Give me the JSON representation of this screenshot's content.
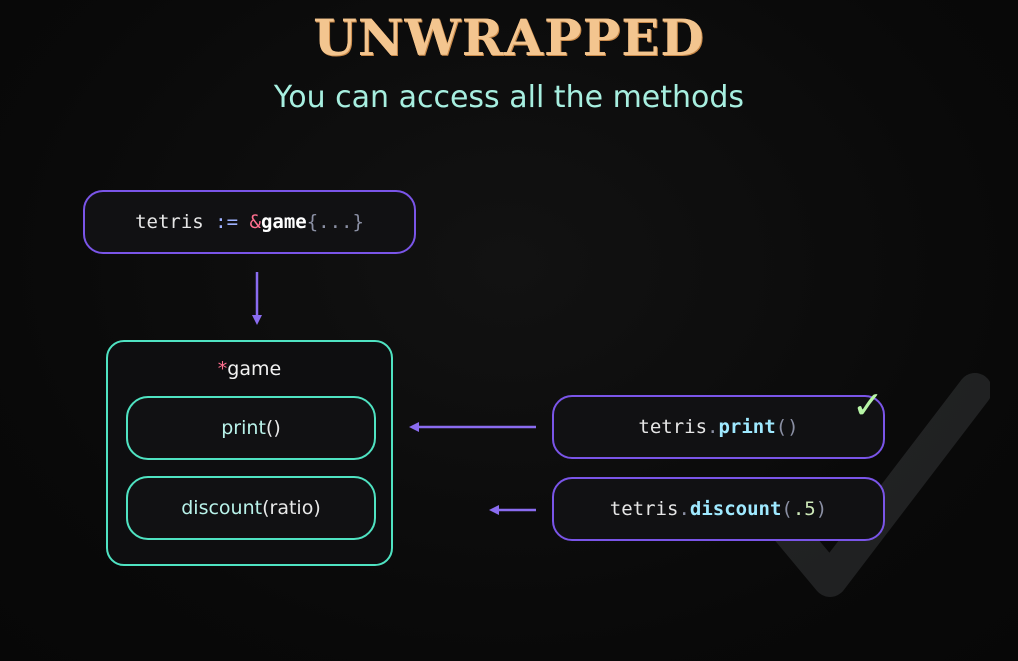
{
  "header": {
    "title": "UNWRAPPED",
    "subtitle": "You can access all the methods"
  },
  "declaration": {
    "var": "tetris",
    "op": " := ",
    "amp": "&",
    "type": "game",
    "body": "{...}"
  },
  "type_box": {
    "star": "*",
    "name": "game",
    "methods": [
      {
        "name": "print",
        "args": "()"
      },
      {
        "name": "discount",
        "args": "(ratio)"
      }
    ]
  },
  "calls": [
    {
      "receiver": "tetris",
      "dot": ".",
      "method": "print",
      "args_open": "(",
      "args_val": "",
      "args_close": ")"
    },
    {
      "receiver": "tetris",
      "dot": ".",
      "method": "discount",
      "args_open": "(",
      "args_val": ".5",
      "args_close": ")"
    }
  ],
  "marks": {
    "check": "✓"
  },
  "colors": {
    "title": "#f3c58f",
    "subtitle": "#a7efe0",
    "purple_border": "#7a55e8",
    "teal_border": "#4fe3c2",
    "arrow": "#8a6cf0",
    "check": "#b7f5a6"
  }
}
